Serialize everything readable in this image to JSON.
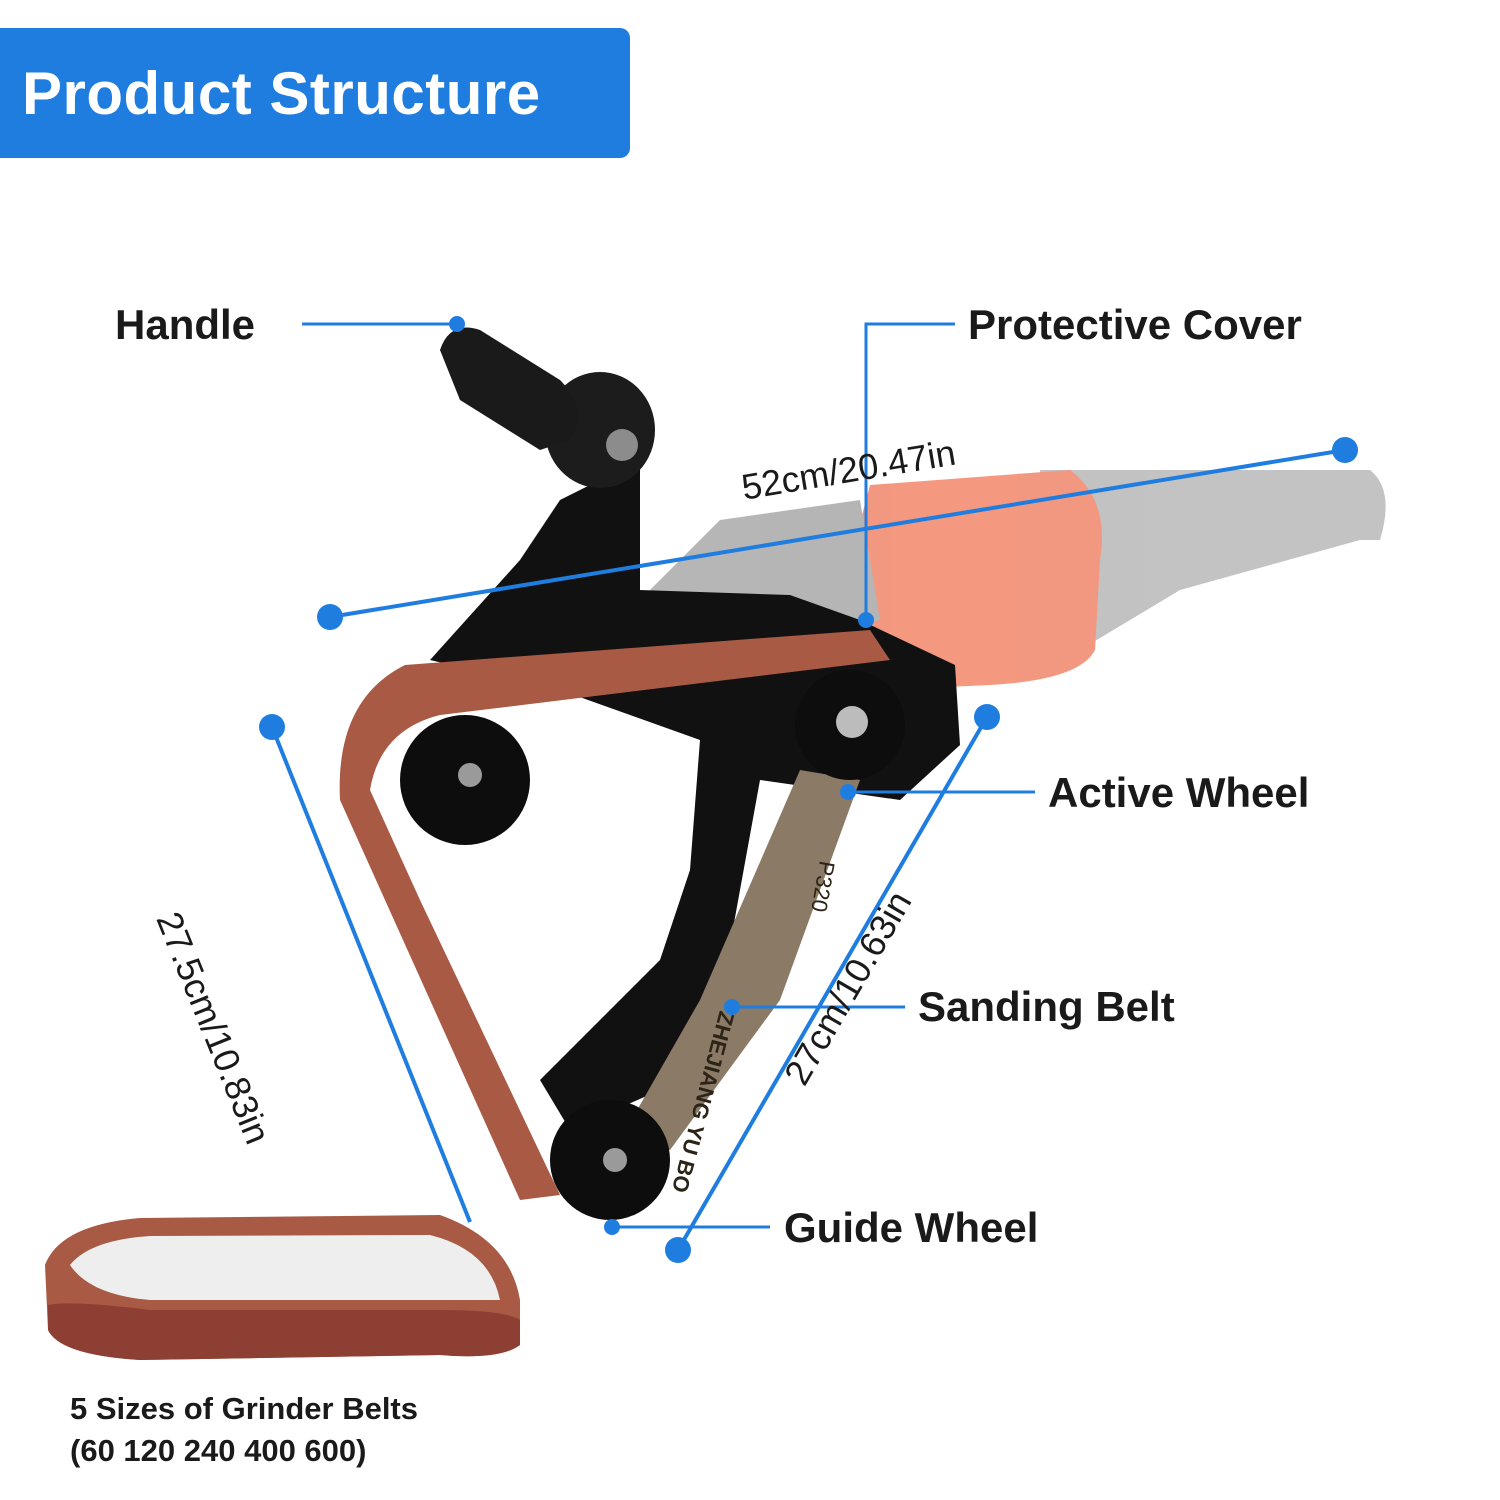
{
  "header": {
    "title": "Product Structure"
  },
  "labels": {
    "handle": "Handle",
    "protective_cover": "Protective Cover",
    "active_wheel": "Active Wheel",
    "sanding_belt": "Sanding Belt",
    "guide_wheel": "Guide Wheel"
  },
  "dimensions": {
    "overall_length": "52cm/20.47in",
    "left_side": "27.5cm/10.83in",
    "right_side": "27cm/10.63in"
  },
  "belt_print": {
    "grit": "P320",
    "brand": "ZHEJIANG YU BO"
  },
  "caption": {
    "line1": "5 Sizes of Grinder Belts",
    "line2": "(60 120 240 400 600)"
  },
  "colors": {
    "accent_blue": "#1f7de0",
    "belt_brown": "#a85a44",
    "grinder_orange": "#f2876a",
    "frame_black": "#111111"
  }
}
